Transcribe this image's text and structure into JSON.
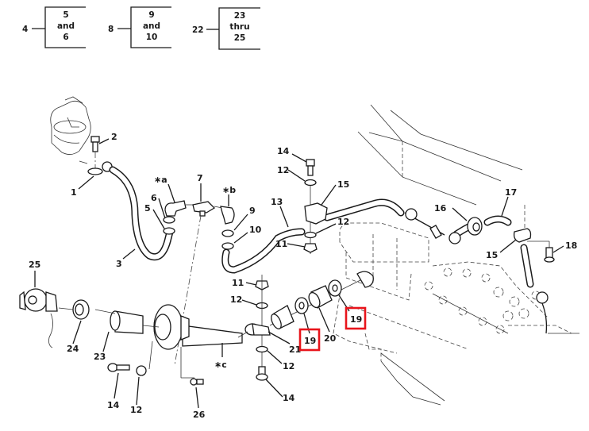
{
  "legend": [
    {
      "ref": "4",
      "lines": [
        "5",
        "and",
        "6"
      ]
    },
    {
      "ref": "8",
      "lines": [
        "9",
        "and",
        "10"
      ]
    },
    {
      "ref": "22",
      "lines": [
        "23",
        "thru",
        "25"
      ]
    }
  ],
  "callouts": {
    "c1": "1",
    "c2": "2",
    "c3": "3",
    "c5": "5",
    "c6": "6",
    "c7": "7",
    "c9": "9",
    "c10": "10",
    "c11a": "11",
    "c11b": "11",
    "c12a": "12",
    "c12b": "12",
    "c12c": "12",
    "c12d": "12",
    "c12e": "12",
    "c13": "13",
    "c14a": "14",
    "c14b": "14",
    "c14c": "14",
    "c15a": "15",
    "c15b": "15",
    "c16": "16",
    "c17": "17",
    "c18": "18",
    "c19a": "19",
    "c19b": "19",
    "c20": "20",
    "c21": "21",
    "c23": "23",
    "c24": "24",
    "c25": "25",
    "c26": "26",
    "sa": "∗a",
    "sb": "∗b",
    "sc": "∗c"
  },
  "highlight": {
    "color": "#e8141b",
    "items": [
      "19",
      "19"
    ]
  }
}
